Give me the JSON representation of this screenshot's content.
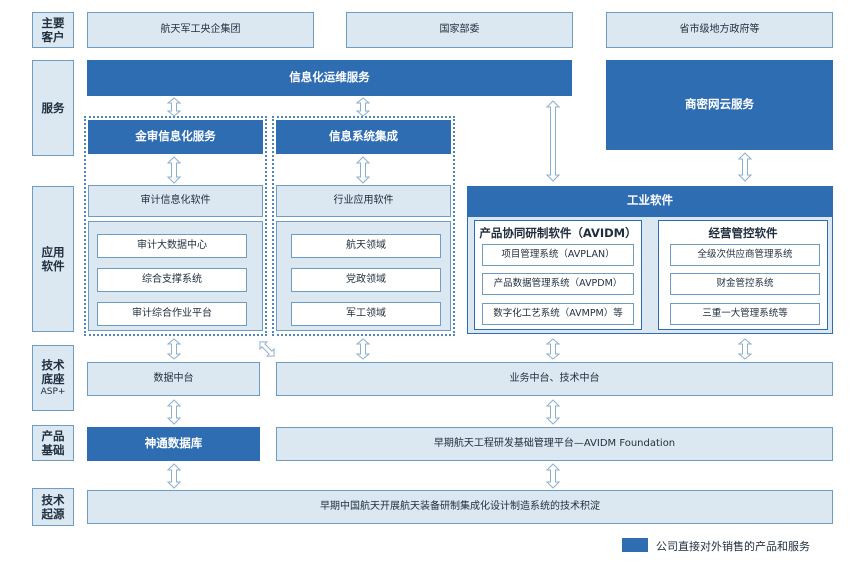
{
  "rows": {
    "customers": [
      "主要",
      "客户"
    ],
    "services": [
      "服务"
    ],
    "software": [
      "应用",
      "软件"
    ],
    "tech_base": [
      "技术底座",
      "ASP+"
    ],
    "product_base": [
      "产品",
      "基础"
    ],
    "origin": [
      "技术",
      "起源"
    ]
  },
  "customers": [
    "航天军工央企集团",
    "国家部委",
    "省市级地方政府等"
  ],
  "services": {
    "it_ops": "信息化运维服务",
    "commercial_cloud": "商密网云服务",
    "audit_service": "金审信息化服务",
    "system_integration": "信息系统集成"
  },
  "audit": {
    "software": "审计信息化软件",
    "items": [
      "审计大数据中心",
      "综合支撑系统",
      "审计综合作业平台"
    ]
  },
  "industry": {
    "software": "行业应用软件",
    "items": [
      "航天领域",
      "党政领域",
      "军工领域"
    ]
  },
  "industrial": {
    "title": "工业软件",
    "avidm": {
      "title": "产品协同研制软件（AVIDM）",
      "items": [
        "项目管理系统（AVPLAN）",
        "产品数据管理系统（AVPDM）",
        "数字化工艺系统（AVMPM）等"
      ]
    },
    "mgmt": {
      "title": "经营管控软件",
      "items": [
        "全级次供应商管理系统",
        "财金管控系统",
        "三重一大管理系统等"
      ]
    }
  },
  "tech_base": {
    "data_center": "数据中台",
    "business_center": "业务中台、技术中台"
  },
  "product_base": {
    "database": "神通数据库",
    "platform": "早期航天工程研发基础管理平台—AVIDM Foundation"
  },
  "origin": "早期中国航天开展航天装备研制集成化设计制造系统的技术积淀",
  "legend": "公司直接对外销售的产品和服务",
  "colors": {
    "primary": "#2f6db3",
    "light": "#dbe8f2",
    "border": "#6f9cc2"
  },
  "icons": {
    "arrow": "double-headed-arrow-icon"
  }
}
